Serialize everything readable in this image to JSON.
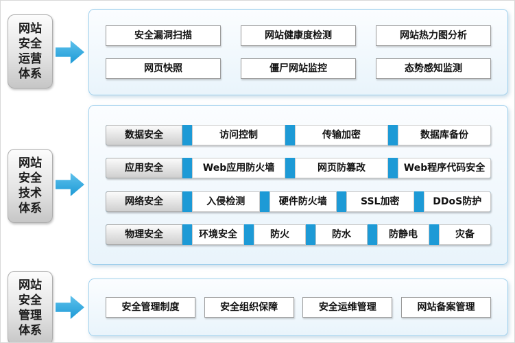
{
  "colors": {
    "arrow_blue": "#1d9ad6",
    "bar_blue": "#1d9ad6",
    "panel_border": "#9ecfec"
  },
  "sections": [
    {
      "id": "operations",
      "side_label": "网站\n安全\n运营\n体系",
      "boxes": [
        "安全漏洞扫描",
        "网站健康度检测",
        "网站热力图分析",
        "网页快照",
        "僵尸网站监控",
        "态势感知监测"
      ]
    },
    {
      "id": "technology",
      "side_label": "网站\n安全\n技术\n体系",
      "bars": [
        {
          "category": "数据安全",
          "items": [
            "访问控制",
            "传输加密",
            "数据库备份"
          ]
        },
        {
          "category": "应用安全",
          "items": [
            "Web应用防火墙",
            "网页防篡改",
            "Web程序代码安全"
          ]
        },
        {
          "category": "网络安全",
          "items": [
            "入侵检测",
            "硬件防火墙",
            "SSL加密",
            "DDoS防护"
          ]
        },
        {
          "category": "物理安全",
          "items": [
            "环境安全",
            "防火",
            "防水",
            "防静电",
            "灾备"
          ]
        }
      ]
    },
    {
      "id": "management",
      "side_label": "网站\n安全\n管理\n体系",
      "boxes": [
        "安全管理制度",
        "安全组织保障",
        "安全运维管理",
        "网站备案管理"
      ]
    }
  ]
}
